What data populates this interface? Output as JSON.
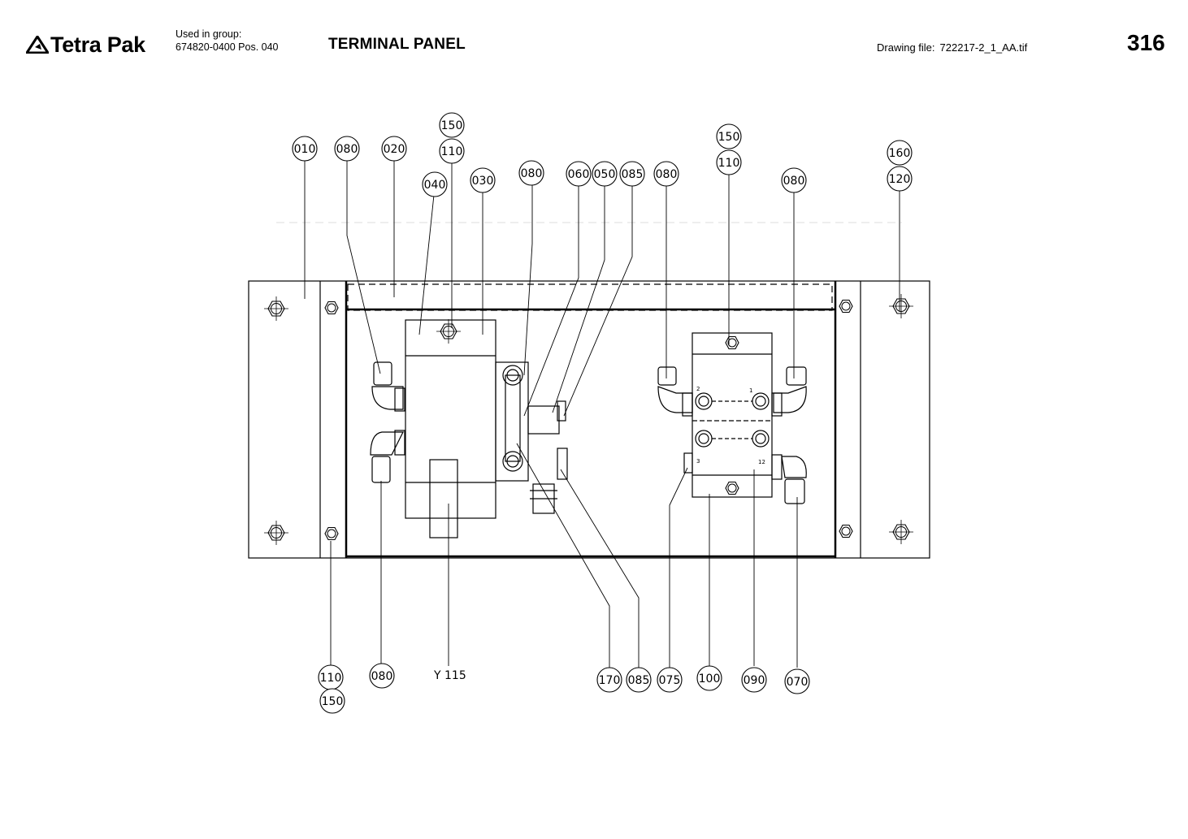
{
  "header": {
    "brand_name": "Tetra Pak",
    "group_line1": "Used in group:",
    "group_line2": "674820-0400 Pos. 040",
    "title": "TERMINAL PANEL",
    "drawing_file_label": "Drawing file:",
    "drawing_file_value": "722217-2_1_AA.tif",
    "page_number": "316"
  },
  "diagram": {
    "valve_label": "Y 115",
    "port_labels": [
      "2",
      "1",
      "3",
      "12"
    ],
    "callouts": {
      "c010": "010",
      "c080a": "080",
      "c020": "020",
      "c150a": "150",
      "c110a": "110",
      "c040": "040",
      "c030": "030",
      "c080b": "080",
      "c060": "060",
      "c050": "050",
      "c085a": "085",
      "c080c": "080",
      "c150b": "150",
      "c110b": "110",
      "c080d": "080",
      "c160": "160",
      "c120": "120",
      "c110c": "110",
      "c150c": "150",
      "c080e": "080",
      "c170": "170",
      "c085b": "085",
      "c075": "075",
      "c100": "100",
      "c090": "090",
      "c070": "070"
    }
  }
}
